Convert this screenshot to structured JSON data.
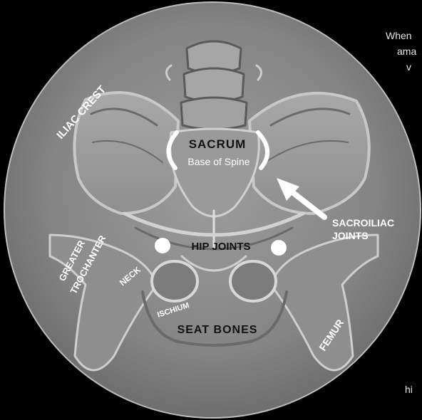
{
  "labels": {
    "iliac_crest": "ILIAC CREST",
    "sacrum": "SACRUM",
    "base_of_spine": "Base of Spine",
    "sacroiliac_joints": [
      "SACROILIAC",
      "JOINTS"
    ],
    "greater_trochanter": [
      "GREATER",
      "TROCHANTER"
    ],
    "hip_joints": "HIP JOINTS",
    "neck": "NECK",
    "ischium": "ISCHIUM",
    "seat_bones": "SEAT BONES",
    "femur": "FEMUR"
  },
  "side_text": {
    "top_lines": [
      "When",
      "ama",
      "v"
    ],
    "bottom_line": "hi"
  },
  "colors": {
    "background": "#000000",
    "disc": "#8a8a8a",
    "bone_light": "#b4b4b4",
    "bone_shadow": "#5e5e5e",
    "label_white": "#ffffff",
    "label_dark": "#111111"
  }
}
